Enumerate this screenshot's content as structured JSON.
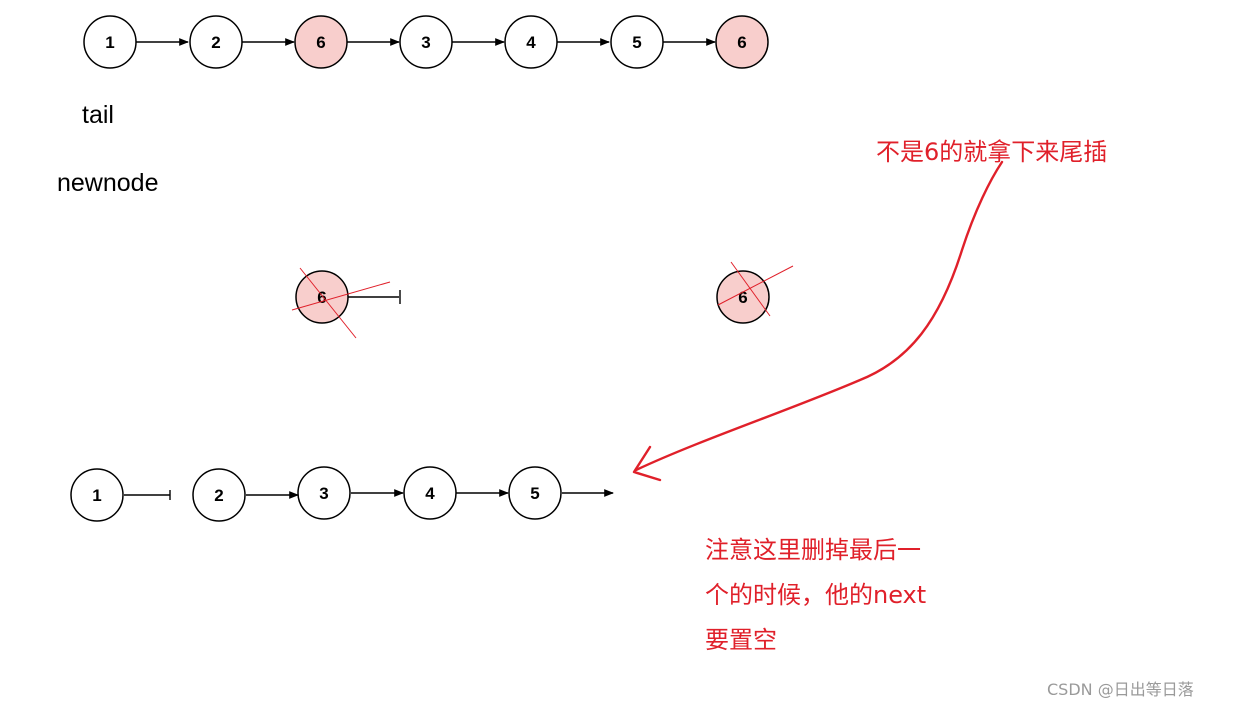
{
  "list_top": {
    "nodes": [
      {
        "value": "1",
        "highlighted": false
      },
      {
        "value": "2",
        "highlighted": false
      },
      {
        "value": "6",
        "highlighted": true
      },
      {
        "value": "3",
        "highlighted": false
      },
      {
        "value": "4",
        "highlighted": false
      },
      {
        "value": "5",
        "highlighted": false
      },
      {
        "value": "6",
        "highlighted": true
      }
    ]
  },
  "labels": {
    "tail": "tail",
    "newnode": "newnode"
  },
  "removed_nodes": [
    {
      "value": "6"
    },
    {
      "value": "6"
    }
  ],
  "list_bottom": {
    "nodes": [
      {
        "value": "1"
      },
      {
        "value": "2"
      },
      {
        "value": "3"
      },
      {
        "value": "4"
      },
      {
        "value": "5"
      }
    ]
  },
  "annotations": {
    "tail_insert_note": "不是6的就拿下来尾插",
    "set_null_note_lines": [
      "注意这里删掉最后一",
      "个的时候，他的next",
      "要置空"
    ]
  },
  "watermark": "CSDN @日出等日落",
  "colors": {
    "highlight_fill": "#f8cecc",
    "node_stroke": "#000000",
    "annotation_red": "#e0202a"
  }
}
